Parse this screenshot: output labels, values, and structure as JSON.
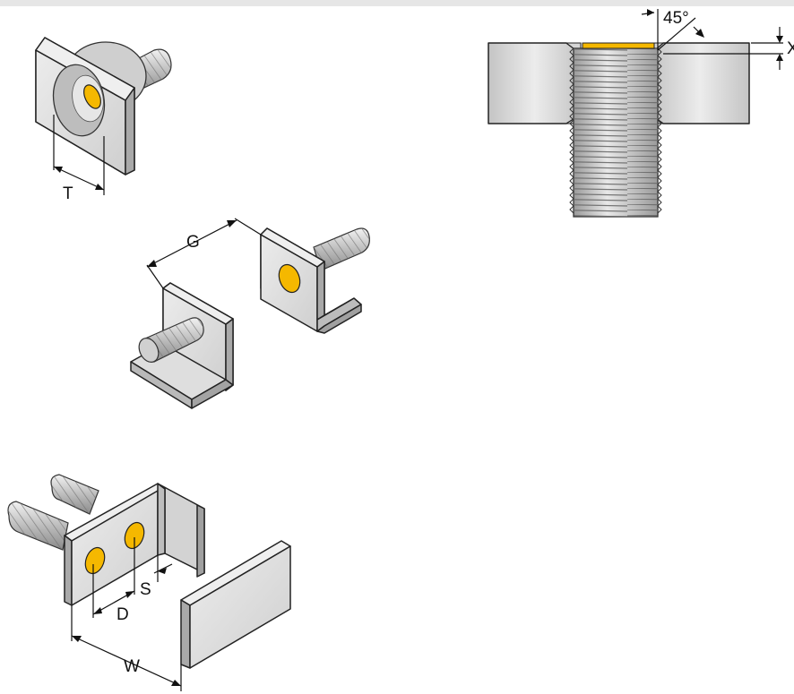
{
  "labels": {
    "t": "T",
    "g": "G",
    "s": "S",
    "d": "D",
    "w": "W",
    "angle": "45°",
    "x": "X"
  },
  "colors": {
    "background": "#ffffff",
    "plate_light": "#e0e0e0",
    "plate_mid": "#c8c8c8",
    "plate_dark": "#a9a9a9",
    "weld": "#f5b800",
    "outline": "#222222"
  }
}
